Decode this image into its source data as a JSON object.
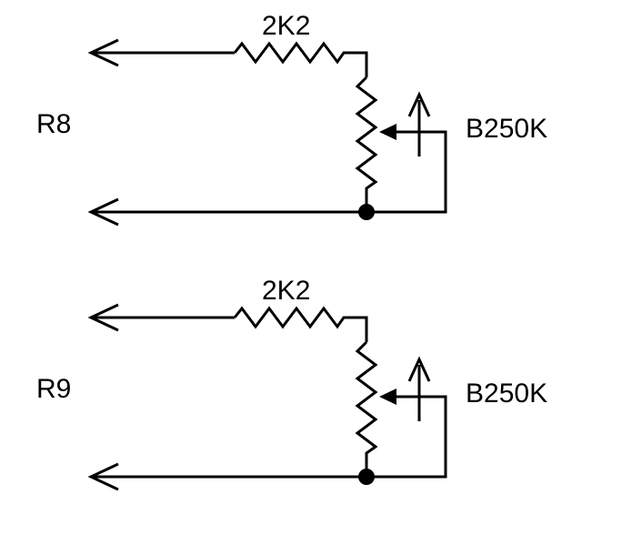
{
  "circuits": [
    {
      "name": "R8",
      "fixed_resistor": "2K2",
      "potentiometer": "B250K"
    },
    {
      "name": "R9",
      "fixed_resistor": "2K2",
      "potentiometer": "B250K"
    }
  ],
  "colors": {
    "line": "#000000",
    "background": "#ffffff"
  }
}
